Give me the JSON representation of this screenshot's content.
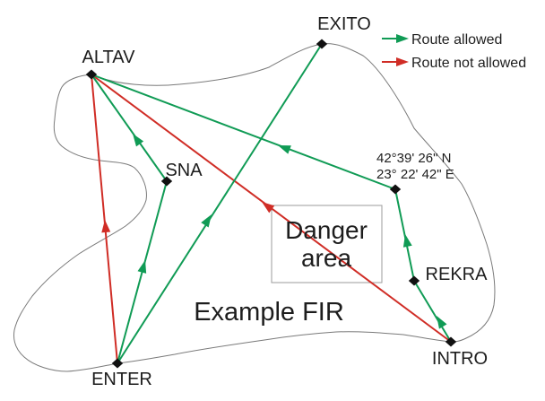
{
  "colors": {
    "route-allowed": "#109B55",
    "route-not-allowed": "#D02D26",
    "boundary": "#7a7a7a",
    "danger-border": "#9b9b9b",
    "text": "#1d1d1d"
  },
  "fir": {
    "label": "Example FIR"
  },
  "danger": {
    "line1": "Danger",
    "line2": "area"
  },
  "legend": {
    "allowed_label": "Route allowed",
    "not_allowed_label": "Route not allowed"
  },
  "waypoints": {
    "altav": "ALTAV",
    "exito": "EXITO",
    "sna": "SNA",
    "rekra": "REKRA",
    "intro": "INTRO",
    "enter": "ENTER"
  },
  "coordinate_fix": {
    "line1": "42°39' 26\" N",
    "line2": "23° 22' 42\" E"
  },
  "routes": {
    "allowed": [
      {
        "path": "ENTER → SNA → ALTAV"
      },
      {
        "path": "ENTER → EXITO"
      },
      {
        "path": "INTRO → REKRA → 42°39' 26\" N 23° 22' 42\" E → ALTAV"
      }
    ],
    "not_allowed": [
      {
        "path": "ENTER → ALTAV"
      },
      {
        "path": "INTRO → ALTAV"
      }
    ]
  }
}
